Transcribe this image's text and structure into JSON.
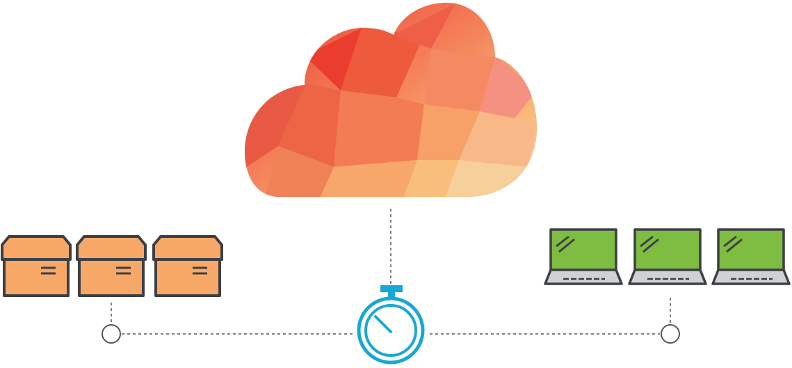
{
  "diagram": {
    "cloud": {
      "icon": "cloud-icon",
      "style": "low-poly gradient"
    },
    "storage": {
      "icon": "storage-box-icon",
      "count": 3
    },
    "laptops": {
      "icon": "laptop-icon",
      "count": 3
    },
    "timer": {
      "icon": "stopwatch-icon"
    },
    "nodes": [
      "left-node",
      "right-node"
    ],
    "colors": {
      "cloud_red": "#ea3d30",
      "cloud_orange": "#f5885a",
      "cloud_peach": "#f8c88f",
      "cloud_cream": "#f3dcb4",
      "box_fill": "#f7a867",
      "outline": "#3c3f45",
      "laptop_screen": "#7fbc42",
      "laptop_base": "#cfd1d3",
      "stopwatch": "#1aa7d3",
      "connector": "#555555"
    }
  }
}
